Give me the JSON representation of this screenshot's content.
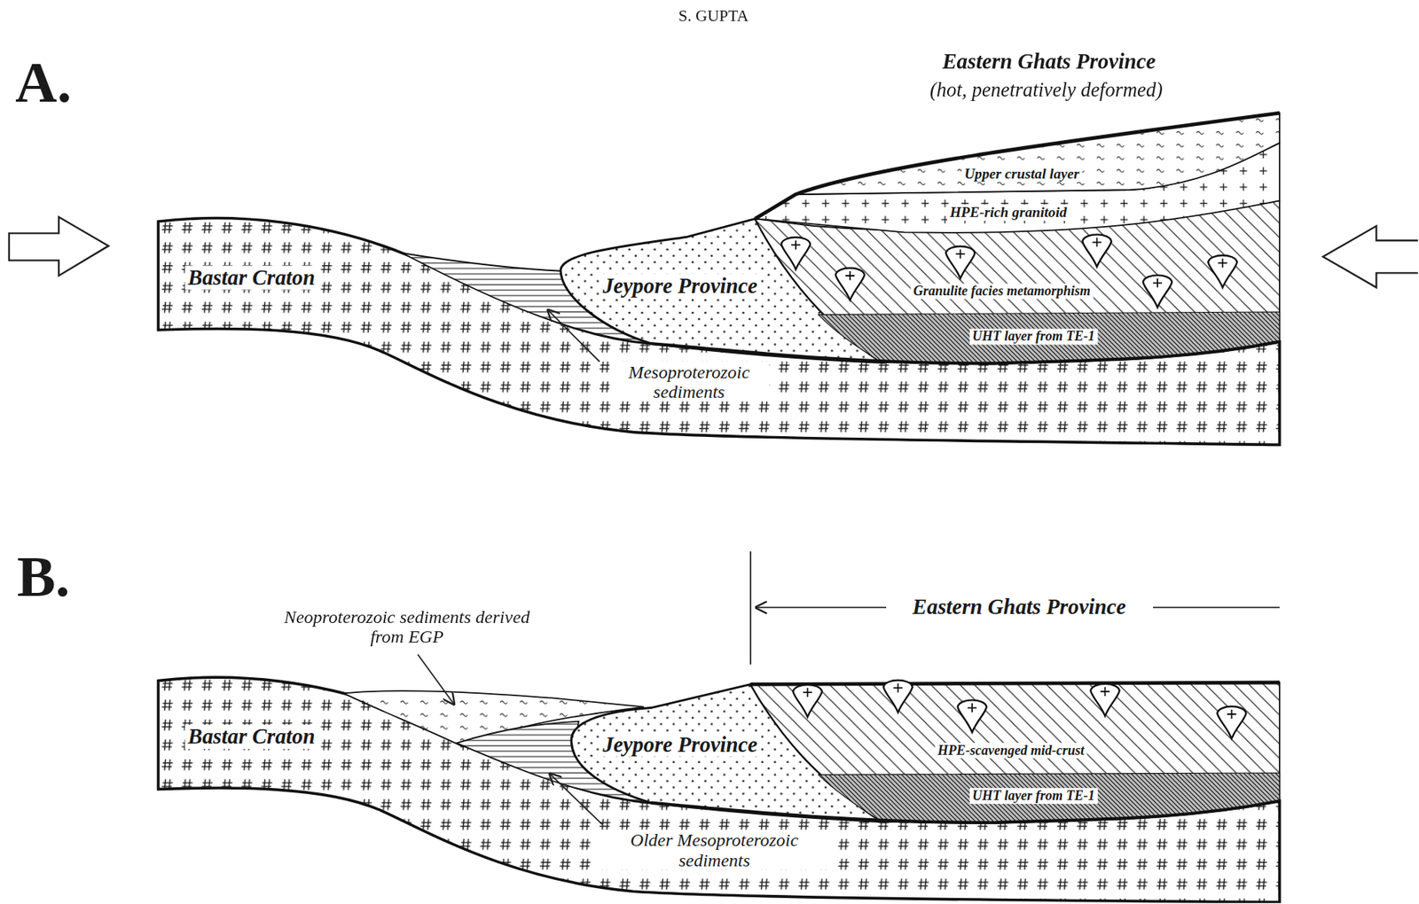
{
  "diagram": {
    "labels": [
      "S. GUPTA",
      "A.",
      "Eastern Ghats Province",
      "(hot, penetratively deformed)",
      "Upper crustal layer",
      "HPE-rich granitoid",
      "Bastar Craton",
      "Jeypore Province",
      "Granulite facies metamorphism",
      "UHT layer from TE-1",
      "Mesoproterozoic sediments",
      "B.",
      "Eastern Ghats Province",
      "Neoproterozoic sediments derived from EGP",
      "Bastar Craton",
      "Jeypore Province",
      "HPE-scavenged mid-crust",
      "UHT layer from TE-1",
      "Older Mesoproterozoic sediments"
    ]
  }
}
